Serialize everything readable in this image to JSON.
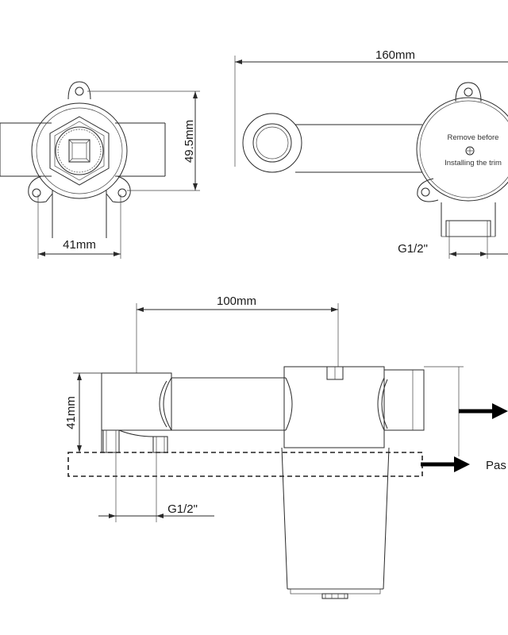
{
  "labels": {
    "width_top_right": "160mm",
    "height_top_left": "49.5mm",
    "width_top_left": "41mm",
    "thread_top_right": "G1/2\"",
    "width_bottom": "100mm",
    "height_bottom": "41mm",
    "thread_bottom": "G1/2\"",
    "pass_label": "Pas"
  },
  "cap_text": {
    "line1": "Remove before",
    "line2": "Installing the trim"
  },
  "colors": {
    "line": "#2a2a2a",
    "arrow": "#000000"
  }
}
